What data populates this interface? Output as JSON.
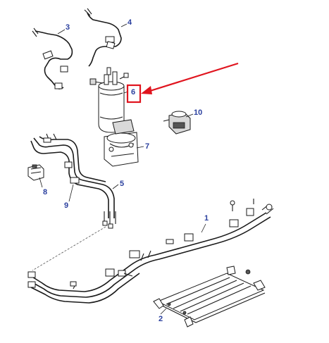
{
  "accent_color": "#e0141e",
  "label_color": "#2a3f9e",
  "callouts": {
    "p1": "1",
    "p2": "2",
    "p3": "3",
    "p4": "4",
    "p5": "5",
    "p6": "6",
    "p7": "7",
    "p8": "8",
    "p9": "9",
    "p10": "10"
  },
  "highlighted_part": "6"
}
